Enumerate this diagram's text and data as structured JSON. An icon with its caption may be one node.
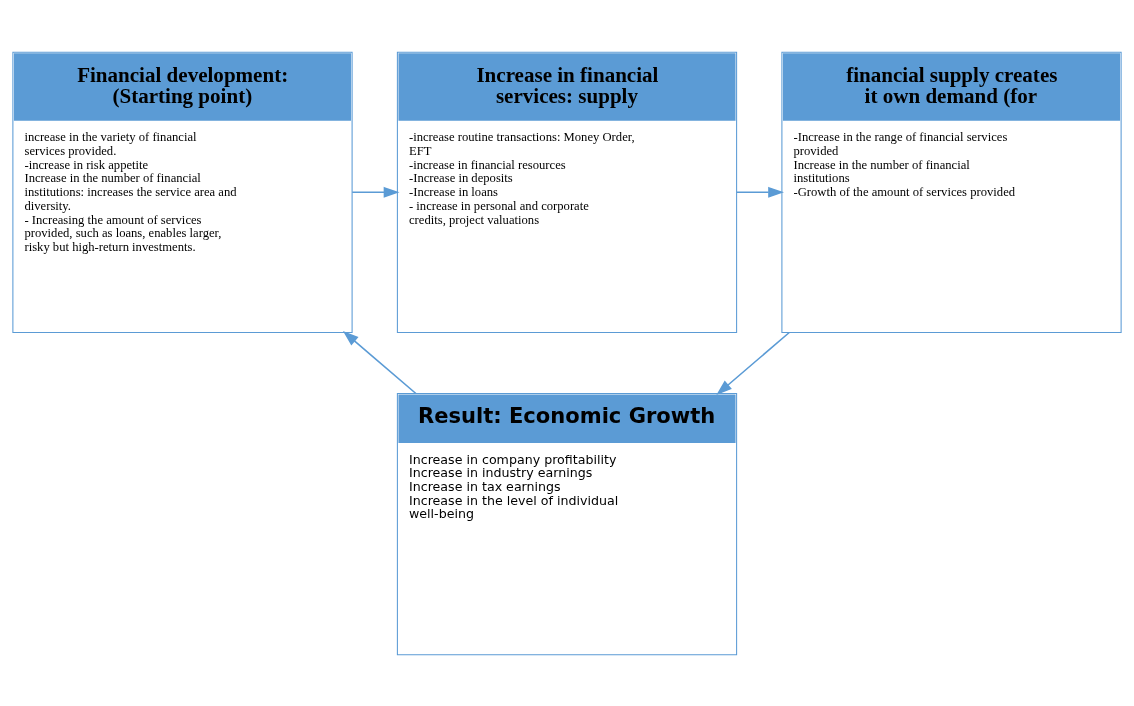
{
  "diagram": {
    "nodes": [
      {
        "text": [
          "Financial development: (Starting point)",
          "increase in the variety of financial services provided.",
          "-increase in risk appetite",
          "Increase in the number of financial institutions: increases the service area and diversity.",
          "- Increasing the amount of services provided, such as loans, enables larger, risky but high-return investments."
        ]
      },
      {
        "text": [
          "Increase in financial services: supply",
          "-increase routine transactions: Money Order, EFT",
          "-increase in financial resources",
          "-Increase in deposits",
          "-Increase in loans",
          "- increase in personal and corporate credits, project valuations"
        ]
      },
      {
        "text": [
          "financial supply creates it own demand (for",
          "-Increase in the range of financial services provided",
          "Increase in the number of financial institutions",
          "-Growth of the amount of services provided"
        ]
      },
      {
        "text": [
          "Result: Economic Growth",
          "Increase in company profitability",
          "Increase in industry earnings",
          "Increase in tax earnings",
          "Increase in the level of individual well-being"
        ]
      }
    ],
    "edges": [
      {
        "from": 0,
        "to": 1,
        "arrow": "to"
      },
      {
        "from": 1,
        "to": 2,
        "arrow": "to"
      },
      {
        "from": 2,
        "to": 3,
        "arrow": "to"
      },
      {
        "from": 3,
        "to": 0,
        "arrow": "to"
      }
    ]
  }
}
